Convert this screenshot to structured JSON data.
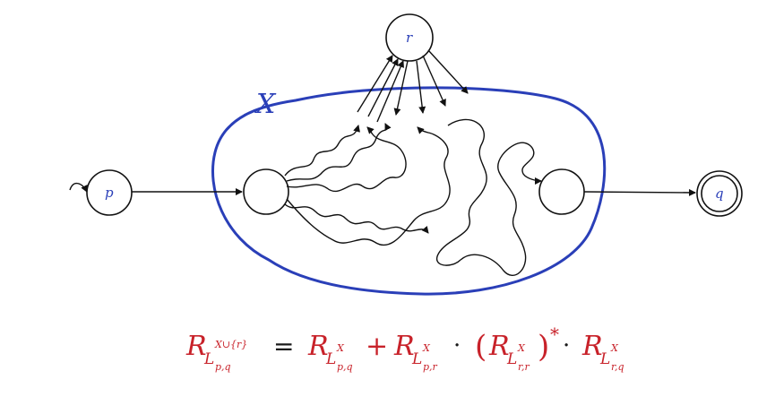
{
  "diagram": {
    "states": {
      "p": "p",
      "q": "q",
      "r": "r"
    },
    "set_label": "X"
  },
  "formula": {
    "R": "R",
    "L": "L",
    "X": "X",
    "X_union_r": "X∪{r}",
    "sub_pq": "p,q",
    "sub_pr": "p,r",
    "sub_rr": "r,r",
    "sub_rq": "r,q",
    "equals": "=",
    "plus": "+",
    "dot": "·",
    "lparen": "(",
    "rparen": ")",
    "star": "*"
  },
  "colors": {
    "set_outline": "#2a3fb8",
    "label_blue": "#2a3fb8",
    "formula_red": "#c8222a",
    "formula_black": "#1a1a1a"
  }
}
